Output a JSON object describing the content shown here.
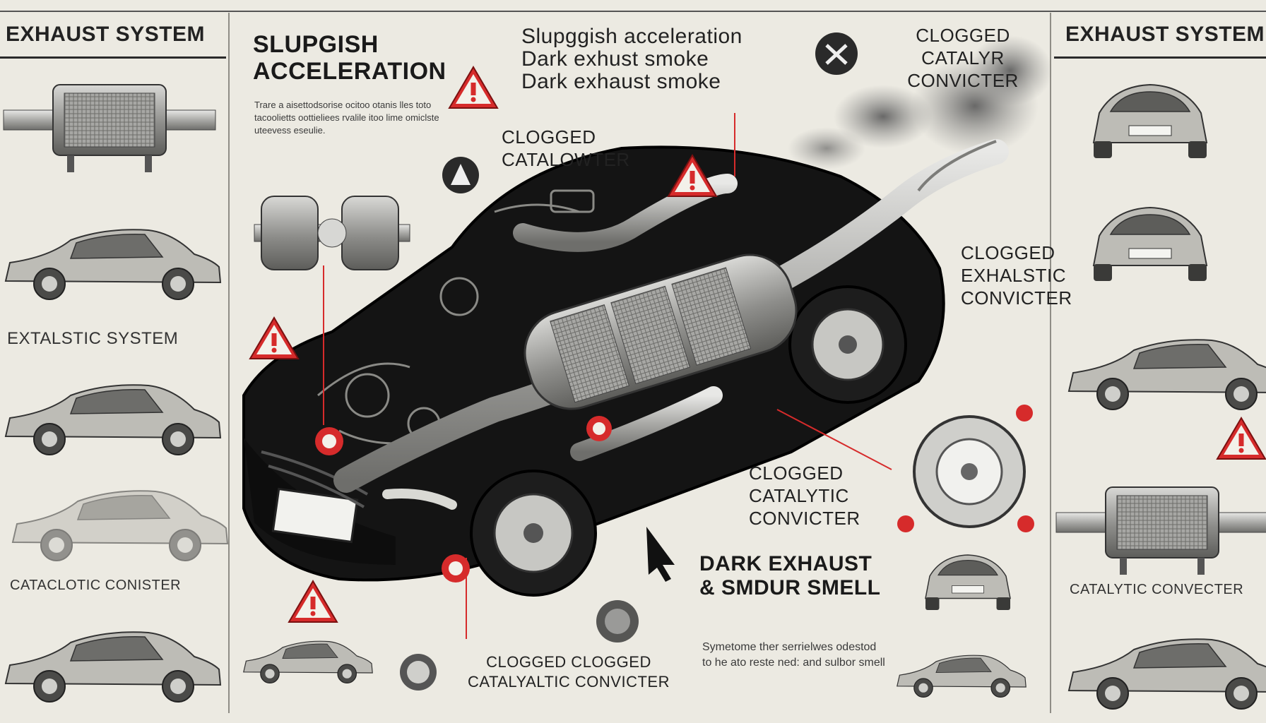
{
  "headings": {
    "left_header": "EXHAUST SYSTEM",
    "right_header": "EXHAUST SYSTEM"
  },
  "labels": {
    "sluggish_acceleration": "SLUPGISH ACCELERATION",
    "top_line1": "Slupggish acceleration",
    "top_line2": "Dark exhust smoke",
    "top_line3": "Dark exhaust smoke",
    "clogged_catalowter": "CLOGGED CATALOWTER",
    "clogged_catalyr": "CLOGGED CATALYR CONVICTER",
    "extalstic_system": "EXTALSTIC SYSTEM",
    "clogged_exhalstic": "CLOGGED EXHALSTIC CONVICTER",
    "clogged_catalytic": "CLOGGED CATALYTIC CONVICTER",
    "dark_exhaust": "DARK EXHAUST & SMDUR SMELL",
    "catacloctic": "CATACLOTIC CONISTER",
    "catalytic_right": "CATALYTIC CONVECTER",
    "bottom_clogged": "CLOGGED CLOGGED CATALYALTIC CONVICTER"
  },
  "body_text": {
    "left_para": "Trare a aisettodsorise ocitoo otanis lles toto tacoolietts oottieliees rvalile itoo lime omiclste uteevess eseulie.",
    "bottom_para": "Symetome ther serrielwes odestod to he ato reste ned: and sulbor smell"
  },
  "icons": {
    "warning": "warning-triangle-icon",
    "circle_badge": "round-badge-icon"
  },
  "colors": {
    "warning_red": "#d62b2b",
    "car_body": "#141414",
    "metal": "#b9b9b6",
    "paper": "#eceae2"
  }
}
